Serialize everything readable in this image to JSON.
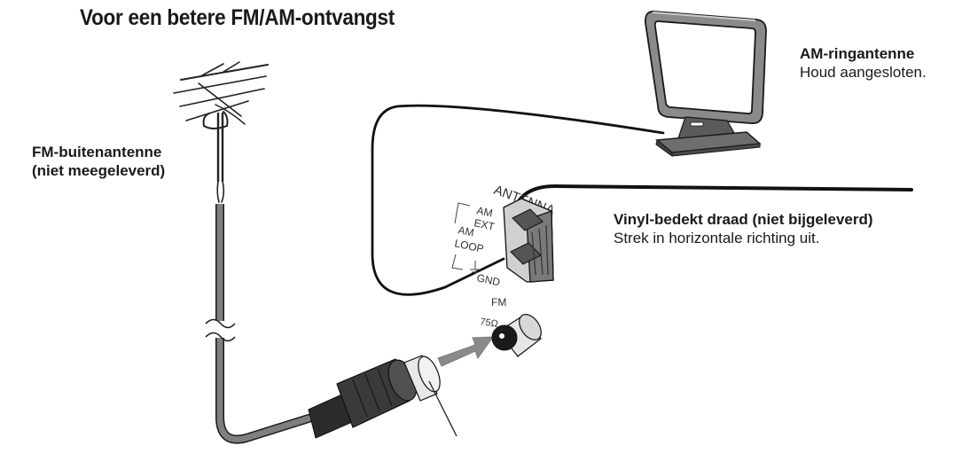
{
  "title": "Voor een betere FM/AM-ontvangst",
  "labels": {
    "am_loop_title": "AM-ringantenne",
    "am_loop_desc": "Houd aangesloten.",
    "fm_outdoor_line1": "FM-buitenantenne",
    "fm_outdoor_line2": "(niet meegeleverd)",
    "vinyl_title": "Vinyl-bedekt draad (niet bijgeleverd)",
    "vinyl_desc": "Strek in horizontale richting uit."
  },
  "panel": {
    "antenna": "ANTENNA",
    "am": "AM",
    "ext": "EXT",
    "loop_am": "AM",
    "loop": "LOOP",
    "gnd": "GND",
    "fm": "FM",
    "ohm": "75Ω"
  }
}
